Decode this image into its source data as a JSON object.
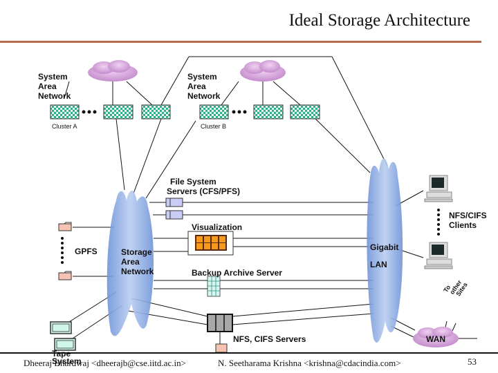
{
  "slide": {
    "title": "Ideal  Storage Architecture",
    "page_number": "53"
  },
  "labels": {
    "san_left": [
      "System",
      "Area",
      "Network"
    ],
    "san_right": [
      "System",
      "Area",
      "Network"
    ],
    "cluster_a": "Cluster A",
    "cluster_b": "Cluster B",
    "file_system_servers": [
      "File System",
      "Servers (CFS/PFS)"
    ],
    "visualization": "Visualization",
    "gpfs": "GPFS",
    "storage_area_network": [
      "Storage",
      "Area",
      "Network"
    ],
    "backup_archive_server": "Backup Archive Server",
    "gigabit": "Gigabit",
    "lan": "LAN",
    "nfs_cifs_clients": [
      "NFS/CIFS",
      "Clients"
    ],
    "to_other_sites": [
      "To",
      "other",
      "Sites"
    ],
    "nfs_cifs_servers": "NFS, CIFS Servers",
    "wan": "WAN",
    "tape_system": [
      "Tape",
      "System"
    ]
  },
  "footer": {
    "left_author": "Dheeraj Bhardwaj <dheerajb@cse.iitd.ac.in>",
    "right_author": "N. Seetharama Krishna <krishna@cdacindia.com>"
  },
  "colors": {
    "title_rule": "#b96a4a",
    "cloud_purple": "#d7a6dc",
    "switch_teal": "#3fbf9b",
    "san_blue": "#8eaee0",
    "viz_orange": "#f59a1c",
    "disk_pink": "#f6c3b3"
  }
}
